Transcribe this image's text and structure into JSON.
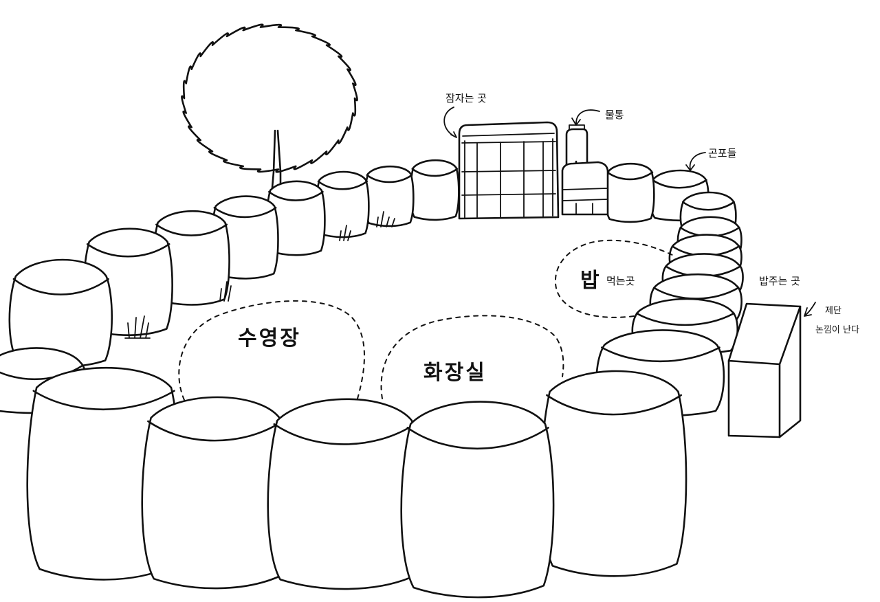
{
  "labels": {
    "sleeping_place": "잠자는 곳",
    "water_tank": "물통",
    "feed_bags": "곤포들",
    "eating_area_big": "밥",
    "eating_area_small": "먹는곳",
    "feeding_place": "밥주는 곳",
    "altar": "제단",
    "altar_note": "논낌이 난다",
    "swimming_pool": "수영장",
    "toilet": "화장실"
  }
}
